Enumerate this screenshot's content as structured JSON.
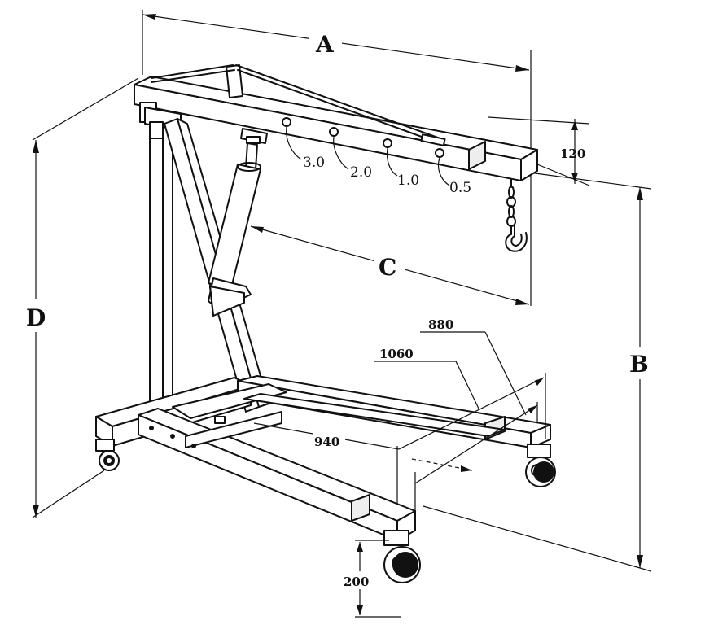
{
  "dimension_letters": {
    "a": "A",
    "b": "B",
    "c": "C",
    "d": "D"
  },
  "dimensions": {
    "boom_height": "120",
    "leg_outer_length": "880",
    "leg_inner_length": "1060",
    "leg_spacing": "940",
    "base_height": "200"
  },
  "capacity_marks": [
    "3.0",
    "2.0",
    "1.0",
    "0.5"
  ]
}
